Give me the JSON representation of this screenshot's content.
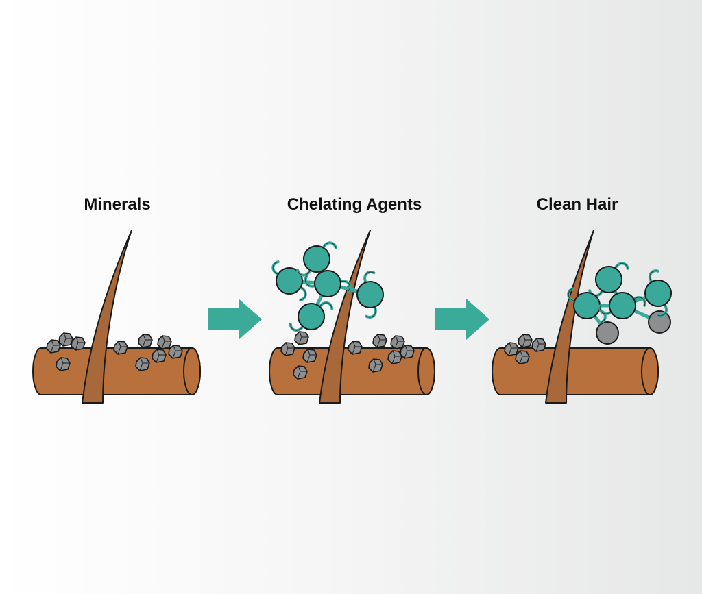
{
  "colors": {
    "background_left": "#ffffff",
    "background_right": "#e6e7e7",
    "skin": "#b8713c",
    "hair": "#a9683a",
    "outline": "#1a1a1a",
    "mineral": "#8d8e90",
    "chelator": "#3aa99a",
    "arrow": "#3aaa99",
    "title_text": "#111111"
  },
  "stages": [
    {
      "title": "Minerals",
      "icon": "hair-with-mineral-deposits"
    },
    {
      "title": "Chelating Agents",
      "icon": "chelating-molecules-binding-minerals"
    },
    {
      "title": "Clean Hair",
      "icon": "chelated-minerals-lifted-away"
    }
  ],
  "arrows": [
    {
      "from": "Minerals",
      "to": "Chelating Agents",
      "icon": "arrow-right-icon"
    },
    {
      "from": "Chelating Agents",
      "to": "Clean Hair",
      "icon": "arrow-right-icon"
    }
  ]
}
